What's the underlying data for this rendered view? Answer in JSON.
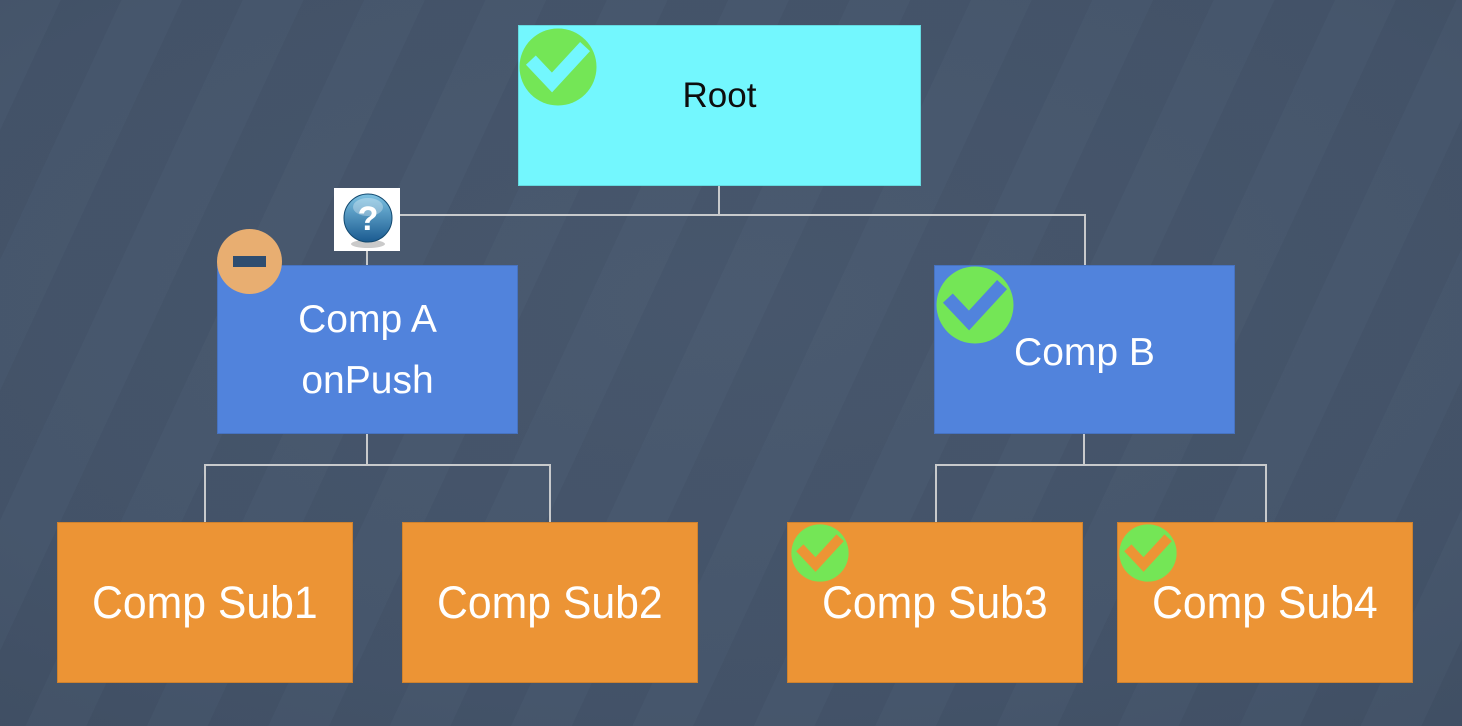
{
  "diagram": {
    "background": {
      "center": "#48586E",
      "mid": "#44546A",
      "edge": "#3B495C",
      "line_color": "#C8CACC"
    },
    "palette": {
      "check_green": "#74E656",
      "minus_circle": "#E8AE71",
      "minus_bar": "#2E4D70",
      "question_square": "#FFFFFF",
      "question_orb_top": "#7FC3E3",
      "question_orb_bottom": "#1A5A90",
      "question_mark_color": "#FFFFFF"
    },
    "nodes": [
      {
        "id": "root",
        "lines": [
          "Root"
        ],
        "fill": "#73F7FE",
        "text_color": "#0D0D0D",
        "badges": [
          "check"
        ]
      },
      {
        "id": "comp-a",
        "lines": [
          "Comp A",
          "onPush"
        ],
        "fill": "#5183DC",
        "text_color": "#FFFFFF",
        "badges": [
          "minus",
          "question"
        ]
      },
      {
        "id": "comp-b",
        "lines": [
          "Comp B"
        ],
        "fill": "#5183DC",
        "text_color": "#FFFFFF",
        "badges": [
          "check"
        ]
      },
      {
        "id": "sub1",
        "lines": [
          "Comp Sub1"
        ],
        "fill": "#EC9435",
        "text_color": "#FFFFFF",
        "badges": []
      },
      {
        "id": "sub2",
        "lines": [
          "Comp Sub2"
        ],
        "fill": "#EC9435",
        "text_color": "#FFFFFF",
        "badges": []
      },
      {
        "id": "sub3",
        "lines": [
          "Comp Sub3"
        ],
        "fill": "#EC9435",
        "text_color": "#FFFFFF",
        "badges": [
          "check"
        ]
      },
      {
        "id": "sub4",
        "lines": [
          "Comp Sub4"
        ],
        "fill": "#EC9435",
        "text_color": "#FFFFFF",
        "badges": [
          "check"
        ]
      }
    ],
    "question_mark_glyph": "?"
  }
}
